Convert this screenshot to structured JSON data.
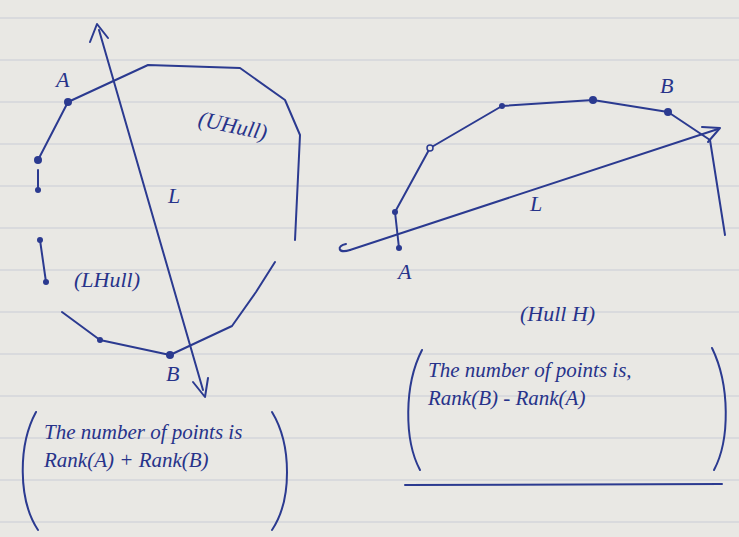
{
  "diagram": {
    "labels": [
      "A",
      "L",
      "(UHull)",
      "(LHull)",
      "B",
      "The number of points is Rank(A) + Rank(B)",
      "B",
      "L",
      "A",
      "(Hull H)",
      "The number of points is, Rank(B) - Rank(A)"
    ]
  }
}
